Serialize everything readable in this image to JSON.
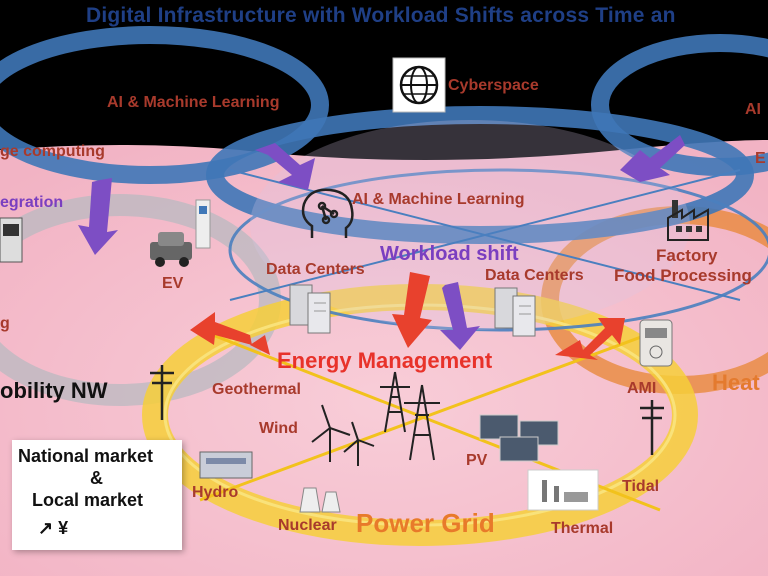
{
  "title": "Digital Infrastructure with Workload Shifts across Time an",
  "labels": {
    "cyberspace": "Cyberspace",
    "ai_ml_left": "AI & Machine Learning",
    "ai_ml_center": "AI & Machine Learning",
    "ai_right": "AI",
    "e_right": "E",
    "edge_computing": "ge computing",
    "integration": "egration",
    "ev": "EV",
    "g_left": "g",
    "data_centers_left": "Data Centers",
    "data_centers_right": "Data Centers",
    "workload_shift": "Workload shift",
    "factory": "Factory",
    "food_processing": "Food Processing",
    "energy_management": "Energy Management",
    "mobility_nw": "obility NW",
    "geothermal": "Geothermal",
    "wind": "Wind",
    "pv": "PV",
    "hydro": "Hydro",
    "nuclear": "Nuclear",
    "power_grid": "Power Grid",
    "thermal": "Thermal",
    "tidal": "Tidal",
    "ami": "AMI",
    "heat": "Heat",
    "market_line1": "National market",
    "market_line2": "&",
    "market_line3": "Local market",
    "market_icons": "↗ ¥"
  },
  "colors": {
    "background_pink": "#f6c3d0",
    "ring_blue": "#3f77b7",
    "grid_yellow": "#f6cf3a",
    "heat_orange": "#e88a3c",
    "arrow_red": "#e8412d",
    "arrow_purple": "#7d4ec4",
    "title_blue": "#1f3f86"
  },
  "icons": [
    "globe-icon",
    "brain-icon",
    "server-icon",
    "car-icon",
    "charger-icon",
    "factory-icon",
    "meter-icon",
    "pylon-icon",
    "wind-turbine-icon",
    "solar-panel-icon",
    "hydro-dam-icon",
    "nuclear-plant-icon",
    "thermal-plant-icon",
    "utility-pole-icon",
    "chart-icon",
    "yen-icon"
  ]
}
